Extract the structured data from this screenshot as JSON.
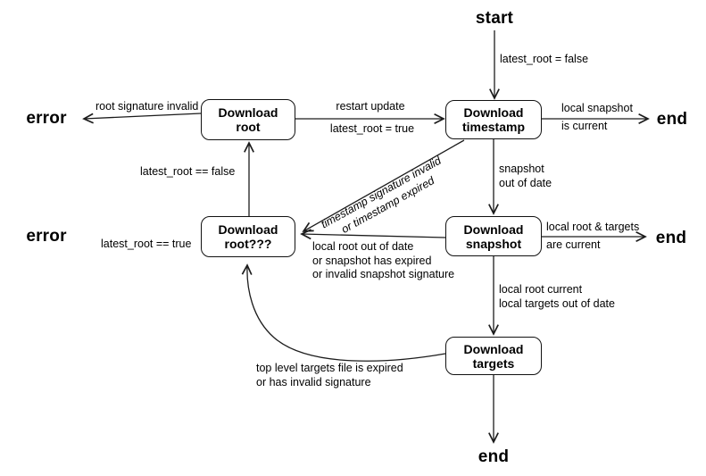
{
  "diagram": {
    "kind": "tuf-client-update-flowchart",
    "colors": {
      "background": "#ffffff",
      "line": "#1c1c1c",
      "text": "#000000"
    }
  },
  "nodes": {
    "download_root": "Download\nroot",
    "download_timestamp": "Download\ntimestamp",
    "download_root_retry": "Download\nroot???",
    "download_snapshot": "Download\nsnapshot",
    "download_targets": "Download\ntargets"
  },
  "terminals": {
    "start": "start",
    "end_top": "end",
    "end_middle": "end",
    "end_bottom": "end",
    "error_top": "error",
    "error_middle": "error"
  },
  "edges": {
    "start_to_timestamp": {
      "label": "latest_root = false"
    },
    "root_to_timestamp": {
      "label_top": "restart update",
      "label_bottom": "latest_root = true"
    },
    "timestamp_to_end": {
      "label_top": "local snapshot",
      "label_bottom": "is current"
    },
    "root_to_error": {
      "label": "root signature invalid"
    },
    "root_retry_to_root": {
      "label": "latest_root == false"
    },
    "timestamp_to_snapshot": {
      "label": "snapshot\nout of date"
    },
    "timestamp_to_root_retry": {
      "label": "timestamp signature invalid\nor timestamp expired"
    },
    "snapshot_to_root_retry": {
      "label": "local root out of date\nor snapshot has expired\nor invalid snapshot signature"
    },
    "root_retry_to_error": {
      "label": "latest_root == true"
    },
    "snapshot_to_end": {
      "label_top": "local root & targets",
      "label_bottom": "are current"
    },
    "snapshot_to_targets": {
      "label": "local root current\nlocal targets out of date"
    },
    "targets_to_root_retry": {
      "label": "top level targets file is expired\nor has invalid signature"
    },
    "targets_to_end": {
      "label": ""
    }
  }
}
